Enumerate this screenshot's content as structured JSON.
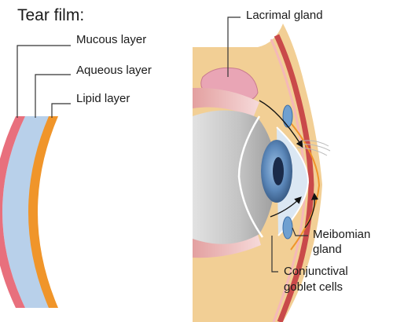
{
  "diagram": {
    "title": "Tear film:",
    "tear_film_layers": [
      {
        "label": "Mucous layer",
        "color": "#e8707d"
      },
      {
        "label": "Aqueous layer",
        "color": "#b8d0ea"
      },
      {
        "label": "Lipid layer",
        "color": "#f0952a"
      }
    ],
    "eye_labels": {
      "lacrimal_gland": "Lacrimal gland",
      "meibomian_gland": {
        "line1": "Meibomian",
        "line2": "gland"
      },
      "goblet_cells": {
        "line1": "Conjunctival",
        "line2": "goblet cells"
      }
    },
    "colors": {
      "skin": "#f2cf95",
      "lid_stripe": "#c94a4a",
      "globe": "#c5c5c5",
      "iris": "#5a86b8",
      "pupil": "#1a2b4a",
      "lacrimal_gland": "#e9a5b5",
      "leader_line": "#333333"
    }
  }
}
